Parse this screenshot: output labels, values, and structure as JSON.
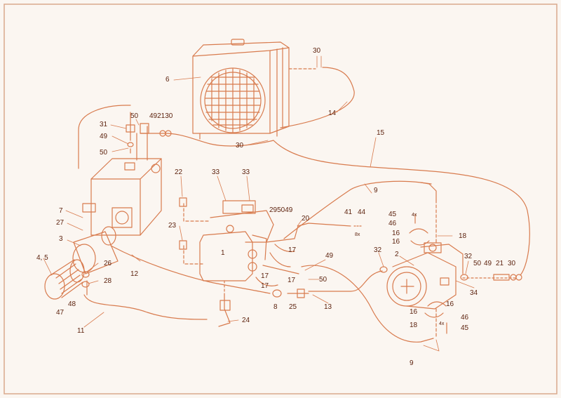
{
  "colors": {
    "background": "#fbf6f1",
    "frame": "#d9a98c",
    "line": "#d87b4e",
    "text": "#5e2410"
  },
  "callouts": [
    {
      "id": "c-6",
      "text": "6"
    },
    {
      "id": "c-30-top",
      "text": "30"
    },
    {
      "id": "c-14",
      "text": "14"
    },
    {
      "id": "c-31",
      "text": "31"
    },
    {
      "id": "c-50-a",
      "text": "50"
    },
    {
      "id": "c-49-21-30",
      "text": "492130"
    },
    {
      "id": "c-49-a",
      "text": "49"
    },
    {
      "id": "c-50-b",
      "text": "50"
    },
    {
      "id": "c-30-mid",
      "text": "30"
    },
    {
      "id": "c-15",
      "text": "15"
    },
    {
      "id": "c-22",
      "text": "22"
    },
    {
      "id": "c-33-a",
      "text": "33"
    },
    {
      "id": "c-33-b",
      "text": "33"
    },
    {
      "id": "c-9-top",
      "text": "9"
    },
    {
      "id": "c-7",
      "text": "7"
    },
    {
      "id": "c-27",
      "text": "27"
    },
    {
      "id": "c-3",
      "text": "3"
    },
    {
      "id": "c-4-5",
      "text": "4, 5"
    },
    {
      "id": "c-48",
      "text": "48"
    },
    {
      "id": "c-47",
      "text": "47"
    },
    {
      "id": "c-26",
      "text": "26"
    },
    {
      "id": "c-28",
      "text": "28"
    },
    {
      "id": "c-12",
      "text": "12"
    },
    {
      "id": "c-11",
      "text": "11"
    },
    {
      "id": "c-23",
      "text": "23"
    },
    {
      "id": "c-1",
      "text": "1"
    },
    {
      "id": "c-29-50-49",
      "text": "295049"
    },
    {
      "id": "c-20",
      "text": "20"
    },
    {
      "id": "c-41",
      "text": "41"
    },
    {
      "id": "c-44",
      "text": "44"
    },
    {
      "id": "c-8x-a",
      "text": "8x"
    },
    {
      "id": "c-45-top",
      "text": "45"
    },
    {
      "id": "c-4x-top",
      "text": "4x"
    },
    {
      "id": "c-46-top",
      "text": "46"
    },
    {
      "id": "c-16-a",
      "text": "16"
    },
    {
      "id": "c-16-b",
      "text": "16"
    },
    {
      "id": "c-18-top",
      "text": "18"
    },
    {
      "id": "c-17-a",
      "text": "17"
    },
    {
      "id": "c-49-mid",
      "text": "49"
    },
    {
      "id": "c-17-b",
      "text": "17"
    },
    {
      "id": "c-17-c",
      "text": "17"
    },
    {
      "id": "c-50-mid",
      "text": "50"
    },
    {
      "id": "c-17-d",
      "text": "17"
    },
    {
      "id": "c-8",
      "text": "8"
    },
    {
      "id": "c-25",
      "text": "25"
    },
    {
      "id": "c-13",
      "text": "13"
    },
    {
      "id": "c-24",
      "text": "24"
    },
    {
      "id": "c-32-a",
      "text": "32"
    },
    {
      "id": "c-2",
      "text": "2"
    },
    {
      "id": "c-32-b",
      "text": "32"
    },
    {
      "id": "c-50-r",
      "text": "50"
    },
    {
      "id": "c-49-r",
      "text": "49"
    },
    {
      "id": "c-21-r",
      "text": "21"
    },
    {
      "id": "c-30-r",
      "text": "30"
    },
    {
      "id": "c-34",
      "text": "34"
    },
    {
      "id": "c-16-c",
      "text": "16"
    },
    {
      "id": "c-16-d",
      "text": "16"
    },
    {
      "id": "c-4x-bot",
      "text": "4x"
    },
    {
      "id": "c-46-bot",
      "text": "46"
    },
    {
      "id": "c-18-bot",
      "text": "18"
    },
    {
      "id": "c-45-bot",
      "text": "45"
    },
    {
      "id": "c-9-bot",
      "text": "9"
    }
  ]
}
